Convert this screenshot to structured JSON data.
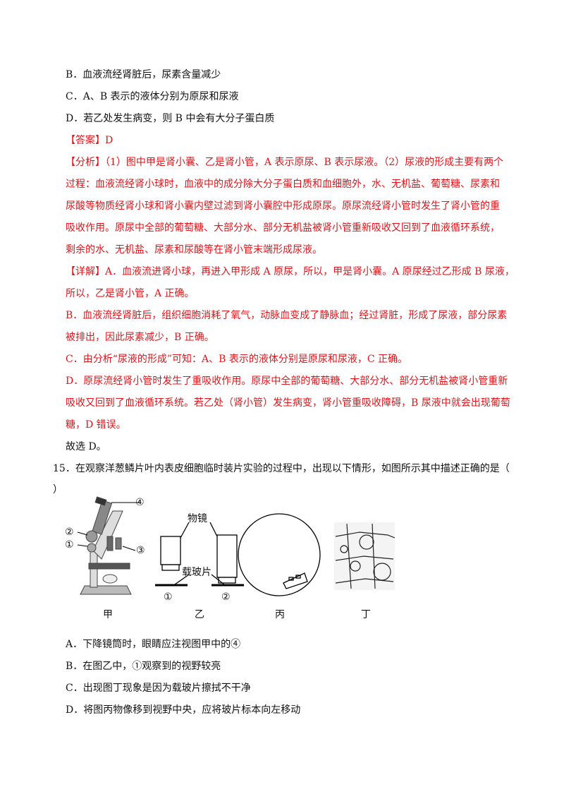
{
  "options_prev": {
    "b": "B．血液流经肾脏后，尿素含量减少",
    "c": "C．A、B 表示的液体分别为原尿和尿液",
    "d": "D．若乙处发生病变，则 B 中会有大分子蛋白质"
  },
  "answer": "【答案】D",
  "analysis": [
    "【分析】（1）图中甲是肾小囊、乙是肾小管，A 表示原尿、B 表示尿液。（2）尿液的形成主要有两个",
    "过程：血液流经肾小球时，血液中的成分除大分子蛋白质和血细胞外，水、无机盐、葡萄糖、尿素和",
    "尿酸等物质经肾小球和肾小囊内壁过滤到肾小囊腔中形成原尿。原尿流经肾小管时发生了肾小管的重",
    "吸收作用。原尿中全部的葡萄糖、大部分水、部分无机盐被肾小管重新吸收又回到了血液循环系统，",
    "剩余的水、无机盐、尿素和尿酸等在肾小管末端形成尿液。"
  ],
  "detail": [
    "【详解】A．血液流进肾小球，再进入甲形成 A 原尿，所以，甲是肾小囊。A 原尿经过乙形成 B 尿液，",
    "所以，乙是肾小管，A 正确。",
    "B．血液流经肾脏后，组织细胞消耗了氧气，动脉血变成了静脉血；经过肾脏，形成了尿液，部分尿素",
    "被排出，因此尿素减少，B 正确。",
    "C．由分析“尿液的形成”可知：A、B 表示的液体分别是原尿和尿液，C 正确。",
    "D．原尿流经肾小管时发生了重吸收作用。原尿中全部的葡萄糖、大部分水、部分无机盐被肾小管重新",
    "吸收又回到了血液循环系统。若乙处（肾小管）发生病变，肾小管重吸收障碍，B 尿液中就会出现葡萄",
    "糖，D 错误。"
  ],
  "conclusion": "故选 D。",
  "question": {
    "line1": "15．在观察洋葱鳞片叶内表皮细胞临时装片实验的过程中，出现以下情形，如图所示其中描述正确的是（",
    "line2": "）"
  },
  "figure": {
    "labels": {
      "jia": "甲",
      "yi": "乙",
      "bing": "丙",
      "ding": "丁",
      "objective": "物镜",
      "slide": "载玻片",
      "n1": "①",
      "n2": "②",
      "n3": "③",
      "n4": "④",
      "s1": "①",
      "s2": "②"
    }
  },
  "options": {
    "a": "A．下降镜筒时，眼睛应注视图甲中的④",
    "b": "B．在图乙中，①观察到的视野较亮",
    "c": "C．出现图丁现象是因为载玻片擦拭不干净",
    "d": "D．将图丙物像移到视野中央，应将玻片标本向左移动"
  }
}
